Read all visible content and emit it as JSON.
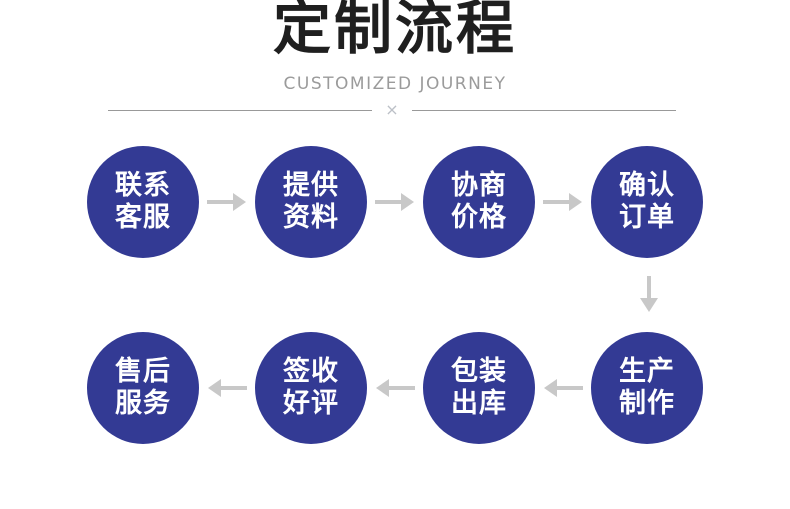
{
  "header": {
    "title": "定制流程",
    "subtitle": "CUSTOMIZED JOURNEY",
    "divider_symbol": "×"
  },
  "flow": {
    "top_row": [
      {
        "line1": "联系",
        "line2": "客服"
      },
      {
        "line1": "提供",
        "line2": "资料"
      },
      {
        "line1": "协商",
        "line2": "价格"
      },
      {
        "line1": "确认",
        "line2": "订单"
      }
    ],
    "bottom_row": [
      {
        "line1": "售后",
        "line2": "服务"
      },
      {
        "line1": "签收",
        "line2": "好评"
      },
      {
        "line1": "包装",
        "line2": "出库"
      },
      {
        "line1": "生产",
        "line2": "制作"
      }
    ]
  },
  "colors": {
    "circle_fill": "#333a94",
    "circle_text": "#ffffff",
    "arrow": "#c8c8c8",
    "title": "#1f1f1f",
    "subtitle": "#9b9b9b",
    "divider_line": "#999999",
    "divider_symbol": "#bcc0c7"
  }
}
